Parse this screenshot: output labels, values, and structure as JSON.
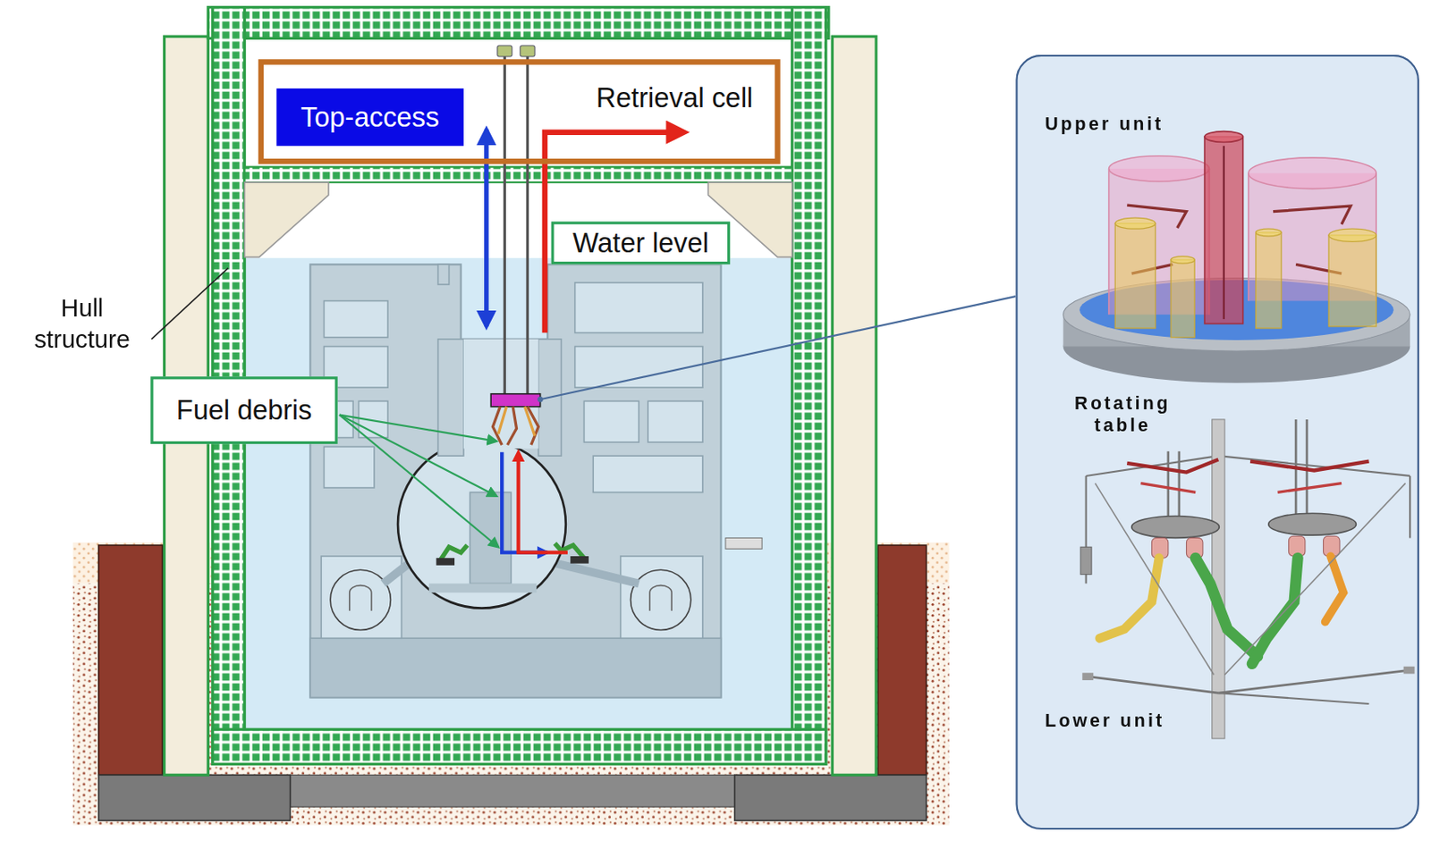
{
  "diagram": {
    "nodes": [
      {
        "text": [
          "Retrieval cell"
        ]
      },
      {
        "text": [
          "Top-access"
        ],
        "in": 0
      },
      {
        "text": [
          "Water level"
        ]
      },
      {
        "text": [
          "Fuel debris"
        ]
      },
      {
        "text": [
          "Upper unit",
          "Rotating table",
          "Lower unit"
        ]
      }
    ],
    "labels": [
      "Hull structure"
    ]
  }
}
